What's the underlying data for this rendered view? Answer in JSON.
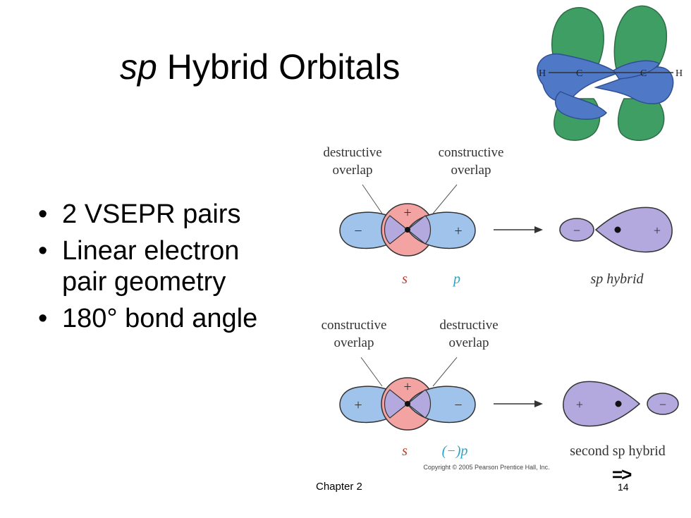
{
  "slide": {
    "title_italic": "sp",
    "title_rest": " Hybrid Orbitals",
    "bullets": [
      "2 VSEPR pairs",
      "Linear electron pair geometry",
      "180°  bond angle"
    ],
    "footer": {
      "chapter": "Chapter 2",
      "page": "14",
      "next_arrow": "=>"
    }
  },
  "molecule": {
    "left_h": "H",
    "left_c": "C",
    "right_c": "C",
    "right_h": "H",
    "colors": {
      "green": "#3f9e64",
      "blue": "#4f79c6"
    }
  },
  "diagram": {
    "top": {
      "label_left": [
        "destructive",
        "overlap"
      ],
      "label_right": [
        "constructive",
        "overlap"
      ],
      "s_label": "s",
      "p_label": "p",
      "result_label": "sp hybrid",
      "plus": "+",
      "minus": "−"
    },
    "bottom": {
      "label_left": [
        "constructive",
        "overlap"
      ],
      "label_right": [
        "destructive",
        "overlap"
      ],
      "s_label": "s",
      "p_label": "(−)p",
      "result_label": "second sp hybrid",
      "plus": "+",
      "minus": "−"
    },
    "copyright": "Copyright © 2005 Pearson Prentice Hall, Inc.",
    "colors": {
      "s_orbital": "#f4a3a3",
      "p_orbital": "#9fc3ea",
      "overlap": "#b3a9df",
      "hybrid": "#b3a9df",
      "p_label": "#27a4c9",
      "s_label": "#c0392b"
    }
  }
}
